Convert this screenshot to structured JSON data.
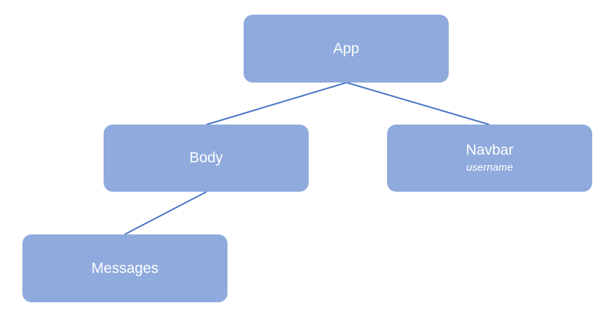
{
  "diagram": {
    "nodes": {
      "app": {
        "label": "App"
      },
      "body": {
        "label": "Body"
      },
      "navbar": {
        "label": "Navbar",
        "sub": "username"
      },
      "messages": {
        "label": "Messages"
      }
    },
    "edges": [
      {
        "from": "app",
        "to": "body"
      },
      {
        "from": "app",
        "to": "navbar"
      },
      {
        "from": "body",
        "to": "messages"
      }
    ],
    "colors": {
      "node_fill": "#8faadc",
      "node_text": "#ffffff",
      "edge": "#4472c4"
    }
  }
}
